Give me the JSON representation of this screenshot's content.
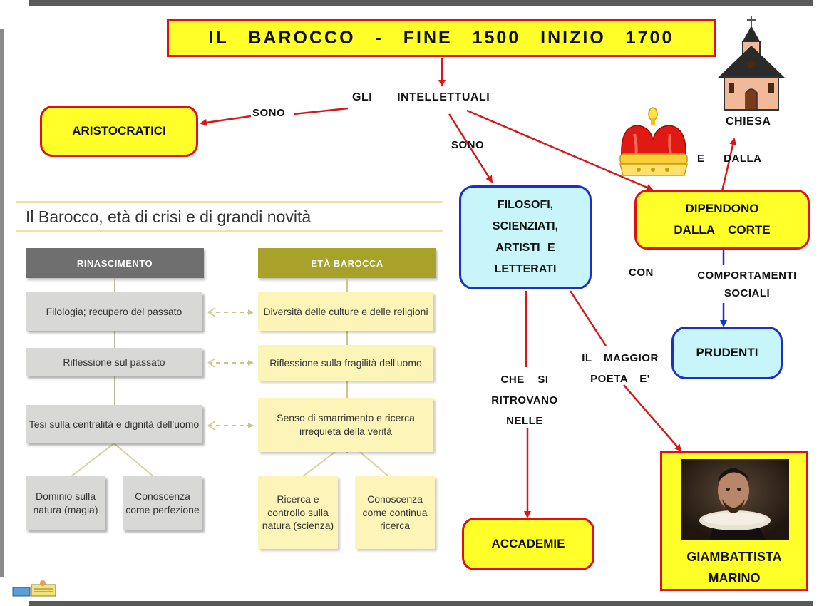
{
  "title": "IL BAROCCO - FINE 1500 INIZIO 1700",
  "nodes": {
    "intellettuali": "GLI INTELLETTUALI",
    "aristocratici": "ARISTOCRATICI",
    "filosofi": "FILOSOFI, SCIENZIATI, ARTISTI E LETTERATI",
    "corte": "DIPENDONO DALLA CORTE",
    "prudenti": "PRUDENTI",
    "accademie": "ACCADEMIE",
    "marino": "GIAMBATTISTA MARINO",
    "chiesa": "CHIESA"
  },
  "links": {
    "sono_left": "SONO",
    "sono_down": "SONO",
    "e_dalla": "E DALLA",
    "con": "CON",
    "comportamenti": "COMPORTAMENTI SOCIALI",
    "che_si": "CHE SI RITROVANO NELLE",
    "maggior": "IL MAGGIOR POETA E'"
  },
  "panel": {
    "title": "Il Barocco, età di crisi e di grandi novità",
    "left_header": "RINASCIMENTO",
    "right_header": "ETÀ BAROCCA",
    "rows": [
      {
        "left": "Filologia; recupero del passato",
        "right": "Diversità delle culture e delle religioni"
      },
      {
        "left": "Riflessione sul passato",
        "right": "Riflessione sulla fragilità dell'uomo"
      },
      {
        "left": "Tesi sulla centralità e dignità dell'uomo",
        "right": "Senso di smarrimento e ricerca irrequieta della verità"
      }
    ],
    "left_bottom": [
      "Dominio sulla natura (magia)",
      "Conoscenza come perfezione"
    ],
    "right_bottom": [
      "Ricerca e controllo sulla natura (scienza)",
      "Conoscenza come continua ricerca"
    ]
  },
  "colors": {
    "yellow_box": "#ffff2a",
    "red_border": "#e01010",
    "cyan_box": "#c8f5fa",
    "blue_border": "#1c30c8",
    "rinascimento_header": "#6f6f6f",
    "barocca_header": "#a8a22a"
  },
  "icons": [
    "church-icon",
    "crown-icon",
    "book-icon"
  ]
}
